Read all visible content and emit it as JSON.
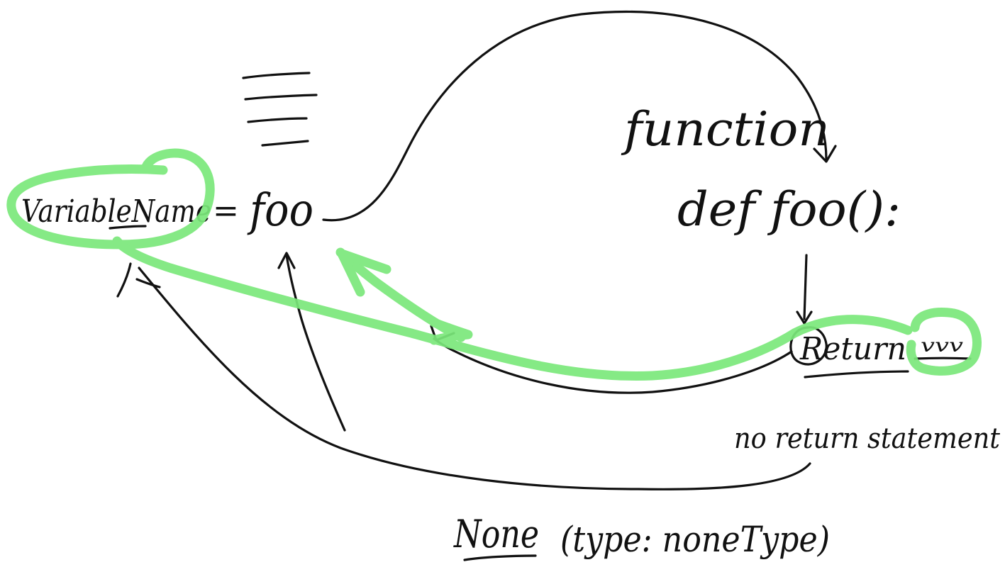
{
  "colors": {
    "background": "#ffffff",
    "ink": "#111111",
    "highlight": "#7be87b"
  },
  "labels": {
    "variable_name": "VariableName",
    "equals": "=",
    "foo": "foo",
    "function": "function",
    "def_foo": "def foo():",
    "return_kw": "Return",
    "return_value": "vvv",
    "no_return": "no return statement",
    "none": "None",
    "none_type": "(type: noneType)"
  }
}
